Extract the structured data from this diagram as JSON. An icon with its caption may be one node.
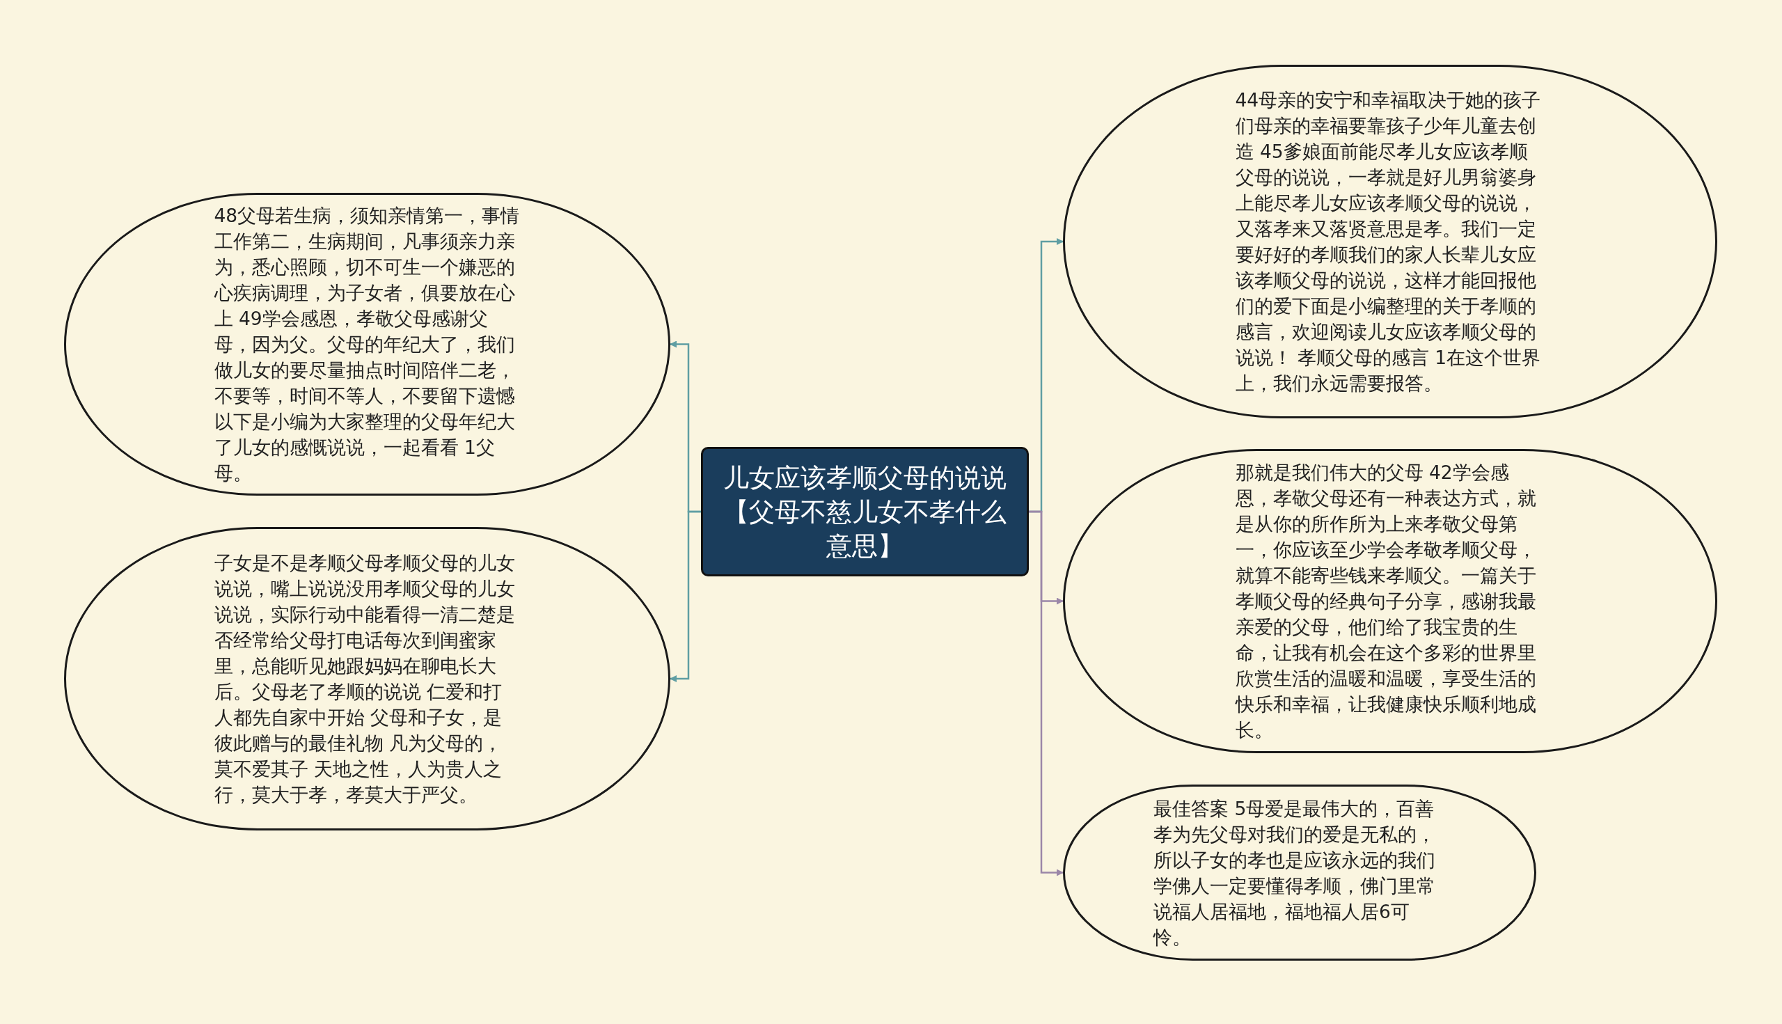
{
  "diagram": {
    "nodes": [
      {
        "text": [
          "儿女应该孝顺父母的说说【父母不慈儿女不孝什么意思】"
        ]
      },
      {
        "text": [
          "48父母若生病，须知亲情第一，事情工作第二，生病期间，凡事须亲力亲为，悉心照顾，切不可生一个嫌恶的心疾病调理，为子女者，俱要放在心上 49学会感恩，孝敬父母感谢父母，因为父。父母的年纪大了，我们做儿女的要尽量抽点时间陪伴二老，不要等，时间不等人，不要留下遗憾以下是小编为大家整理的父母年纪大了儿女的感慨说说，一起看看 1父母。"
        ]
      },
      {
        "text": [
          "子女是不是孝顺父母孝顺父母的儿女说说，嘴上说说没用孝顺父母的儿女说说，实际行动中能看得一清二楚是否经常给父母打电话每次到闺蜜家里，总能听见她跟妈妈在聊电长大后。父母老了孝顺的说说 仁爱和打人都先自家中开始 父母和子女，是彼此赠与的最佳礼物 凡为父母的，莫不爱其子 天地之性，人为贵人之行，莫大于孝，孝莫大于严父。"
        ]
      },
      {
        "text": [
          "44母亲的安宁和幸福取决于她的孩子们母亲的幸福要靠孩子少年儿童去创造 45爹娘面前能尽孝儿女应该孝顺父母的说说，一孝就是好儿男翁婆身上能尽孝儿女应该孝顺父母的说说，又落孝来又落贤意思是孝。我们一定要好好的孝顺我们的家人长辈儿女应该孝顺父母的说说，这样才能回报他们的爱下面是小编整理的关于孝顺的感言，欢迎阅读儿女应该孝顺父母的说说！ 孝顺父母的感言 1在这个世界上，我们永远需要报答。"
        ]
      },
      {
        "text": [
          "那就是我们伟大的父母 42学会感恩，孝敬父母还有一种表达方式，就是从你的所作所为上来孝敬父母第一，你应该至少学会孝敬孝顺父母，就算不能寄些钱来孝顺父。一篇关于孝顺父母的经典句子分享，感谢我最亲爱的父母，他们给了我宝贵的生命，让我有机会在这个多彩的世界里欣赏生活的温暖和温暖，享受生活的快乐和幸福，让我健康快乐顺利地成长。"
        ]
      },
      {
        "text": [
          "最佳答案 5母爱是最伟大的，百善孝为先父母对我们的爱是无私的，所以子女的孝也是应该永远的我们学佛人一定要懂得孝顺，佛门里常说福人居福地，福地福人居6可怜。"
        ]
      }
    ],
    "edges": [
      {
        "from": 0,
        "to": 1,
        "arrow": "to"
      },
      {
        "from": 0,
        "to": 2,
        "arrow": "to"
      },
      {
        "from": 0,
        "to": 3,
        "arrow": "to"
      },
      {
        "from": 0,
        "to": 4,
        "arrow": "to",
        "color": "#9b87a8"
      },
      {
        "from": 0,
        "to": 5,
        "arrow": "to",
        "color": "#9b87a8"
      }
    ]
  }
}
